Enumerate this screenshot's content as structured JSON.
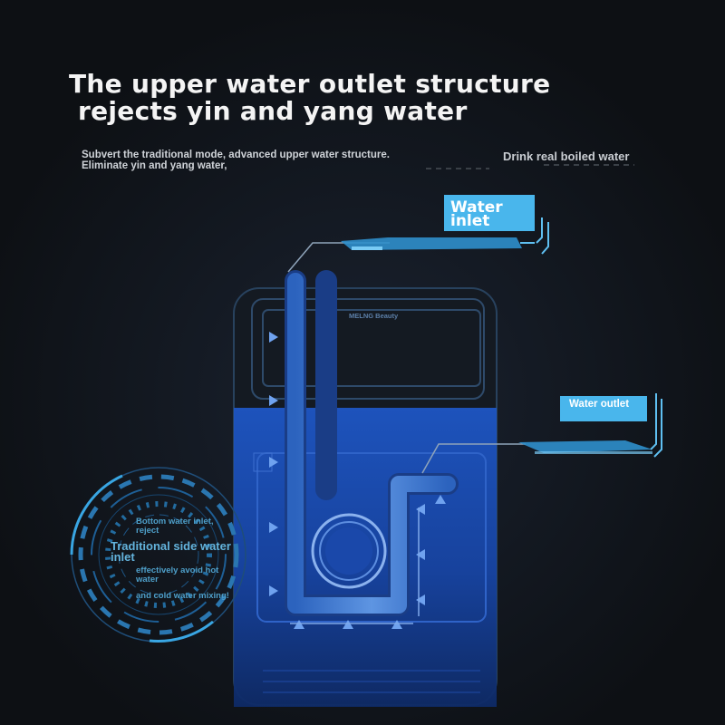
{
  "headline": {
    "line1": "The upper water outlet structure",
    "line2": "rejects yin and yang water"
  },
  "subtext": "Subvert the traditional mode, advanced upper water structure. Eliminate yin and yang water,",
  "drink_label": "Drink real boiled water",
  "inlet_label": "Water inlet",
  "outlet_label": "Water outlet",
  "brand_text": "MELNG Beauty",
  "circle_callout": {
    "line1": "Bottom water inlet, reject",
    "line2": "Traditional side water inlet",
    "line3": "effectively avoid hot water",
    "line4": "and cold water mixing!"
  },
  "colors": {
    "background": "#0f1216",
    "tank_blue": "#1d4fb8",
    "pipe_blue": "#3f7ed8",
    "label_box": "#49b6ec",
    "accent_cyan": "#39a6e3"
  }
}
